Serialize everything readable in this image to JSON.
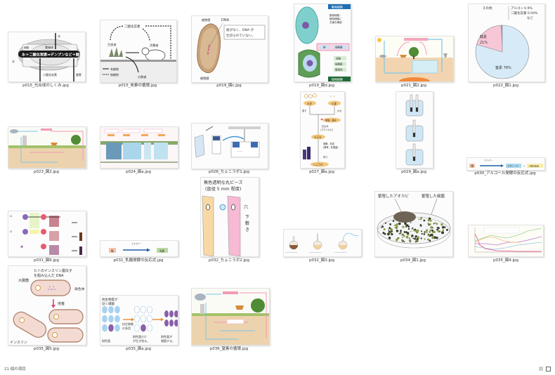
{
  "items": [
    {
      "name": "p015_光合成のしくみ.jpg"
    },
    {
      "name": "p015_炭素の循環.jpg"
    },
    {
      "name": "p019_図c.jpg"
    },
    {
      "name": "p019_図d.jpg"
    },
    {
      "name": "p021_図2.jpg"
    },
    {
      "name": "p022_図1.jpg"
    },
    {
      "name": "p023_図2.jpg"
    },
    {
      "name": "p024_図a.jpg"
    },
    {
      "name": "p026_ちょこラボ1.jpg"
    },
    {
      "name": "p027_図a.jpg"
    },
    {
      "name": "p029_図a.jpg"
    },
    {
      "name": "p030_アルコール発酵の反応式.jpg"
    },
    {
      "name": "p031_図6.jpg"
    },
    {
      "name": "p031_乳酸発酵の反応式.jpg"
    },
    {
      "name": "p032_ちょこラボ2.jpg"
    },
    {
      "name": "p032_図3.jpg"
    },
    {
      "name": "p034_図1.jpg"
    },
    {
      "name": "p035_図4.jpg"
    },
    {
      "name": "p035_図5.jpg"
    },
    {
      "name": "p035_図a.jpg"
    },
    {
      "name": "p036_窒素の循環.jpg"
    }
  ],
  "thumb_text": {
    "photo": {
      "light": "光",
      "organelle": "細胞",
      "chloroplast": "葉緑体",
      "equation": "水＋二酸化炭素➡デンプンなど＋酸素",
      "water": "水",
      "co2": "二酸化炭素",
      "o2": "酸素"
    },
    "carbon": {
      "co2": "二酸化炭素",
      "producer": "生産者",
      "consumer": "消費者",
      "decomposer": "分解者",
      "organic": "有機物",
      "inorganic": "無機物"
    },
    "bacteria": {
      "wall": "細胞壁",
      "dna": "DNA",
      "note1": "核がなく、DNA が",
      "note2": "仕切られていない。",
      "membrane": "細胞膜"
    },
    "cells": {
      "animal": "動物細胞",
      "common1": "動物細胞・",
      "common2": "植物細胞に",
      "common3": "共通な構造",
      "nucleus": "核",
      "cellmem": "細胞膜",
      "vacuole": "液胞",
      "cellwall": "細胞壁",
      "chloro": "葉緑体",
      "plant": "植物細胞"
    },
    "pie": {
      "other": "その他",
      "argon": "アルゴン 0.9%",
      "co2": "二酸化炭素 0.04%",
      "etc": "など",
      "oxygen": "酸素",
      "oxygen_pct": "21%",
      "nitrogen": "窒素 78%"
    },
    "soy": {
      "soybean": "大豆",
      "wheat": "小麦",
      "steam": "蒸す",
      "roast": "炒る",
      "salt": "食塩・塩水",
      "koji1": "仕込み",
      "koji2": "(コウジカビ)",
      "moromi": "もろみ",
      "ferm1": "発酵、熟成",
      "ferm2": "(酵母、乳酸菌)",
      "press": "搾り",
      "shoyu": "しょうゆ"
    },
    "alcohol": {
      "sugar": "糖",
      "energy": "エネルギー",
      "ethanol": "エタノール",
      "co2": "二酸化炭素"
    },
    "lactic": {
      "sugar": "糖",
      "energy": "エネルギー",
      "lactic": "乳酸"
    },
    "beads": {
      "title1": "無色透明な丸ビーズ",
      "title2": "(直径 5 mm 程度)",
      "hole": "穴",
      "sheet1": "下",
      "sheet2": "敷",
      "sheet3": "き"
    },
    "petri": {
      "mold": "繁殖したアオカビ",
      "bacteria": "繁殖した細菌"
    },
    "insulin": {
      "dna1": "ヒトのインスリン遺伝子",
      "dna2": "を組み込んだ DNA",
      "ecoli": "大腸菌",
      "chrom": "染色体",
      "culture": "培養",
      "insulin": "インスリン"
    },
    "antibiotic": {
      "t1": "抗生物質が",
      "t2": "効く細菌",
      "use1": "抗生物質",
      "use2": "の多用",
      "survive1": "耐性菌だけ",
      "survive2": "が生き残る。",
      "grow1": "耐性菌が",
      "grow2": "増殖する。",
      "resistant": "耐性菌"
    }
  },
  "status_bar": {
    "count": "21 個の項目"
  },
  "colors": {
    "accent_pink": "#e6417a",
    "accent_blue": "#1e6fb5",
    "dna_magenta": "#c0267a"
  }
}
